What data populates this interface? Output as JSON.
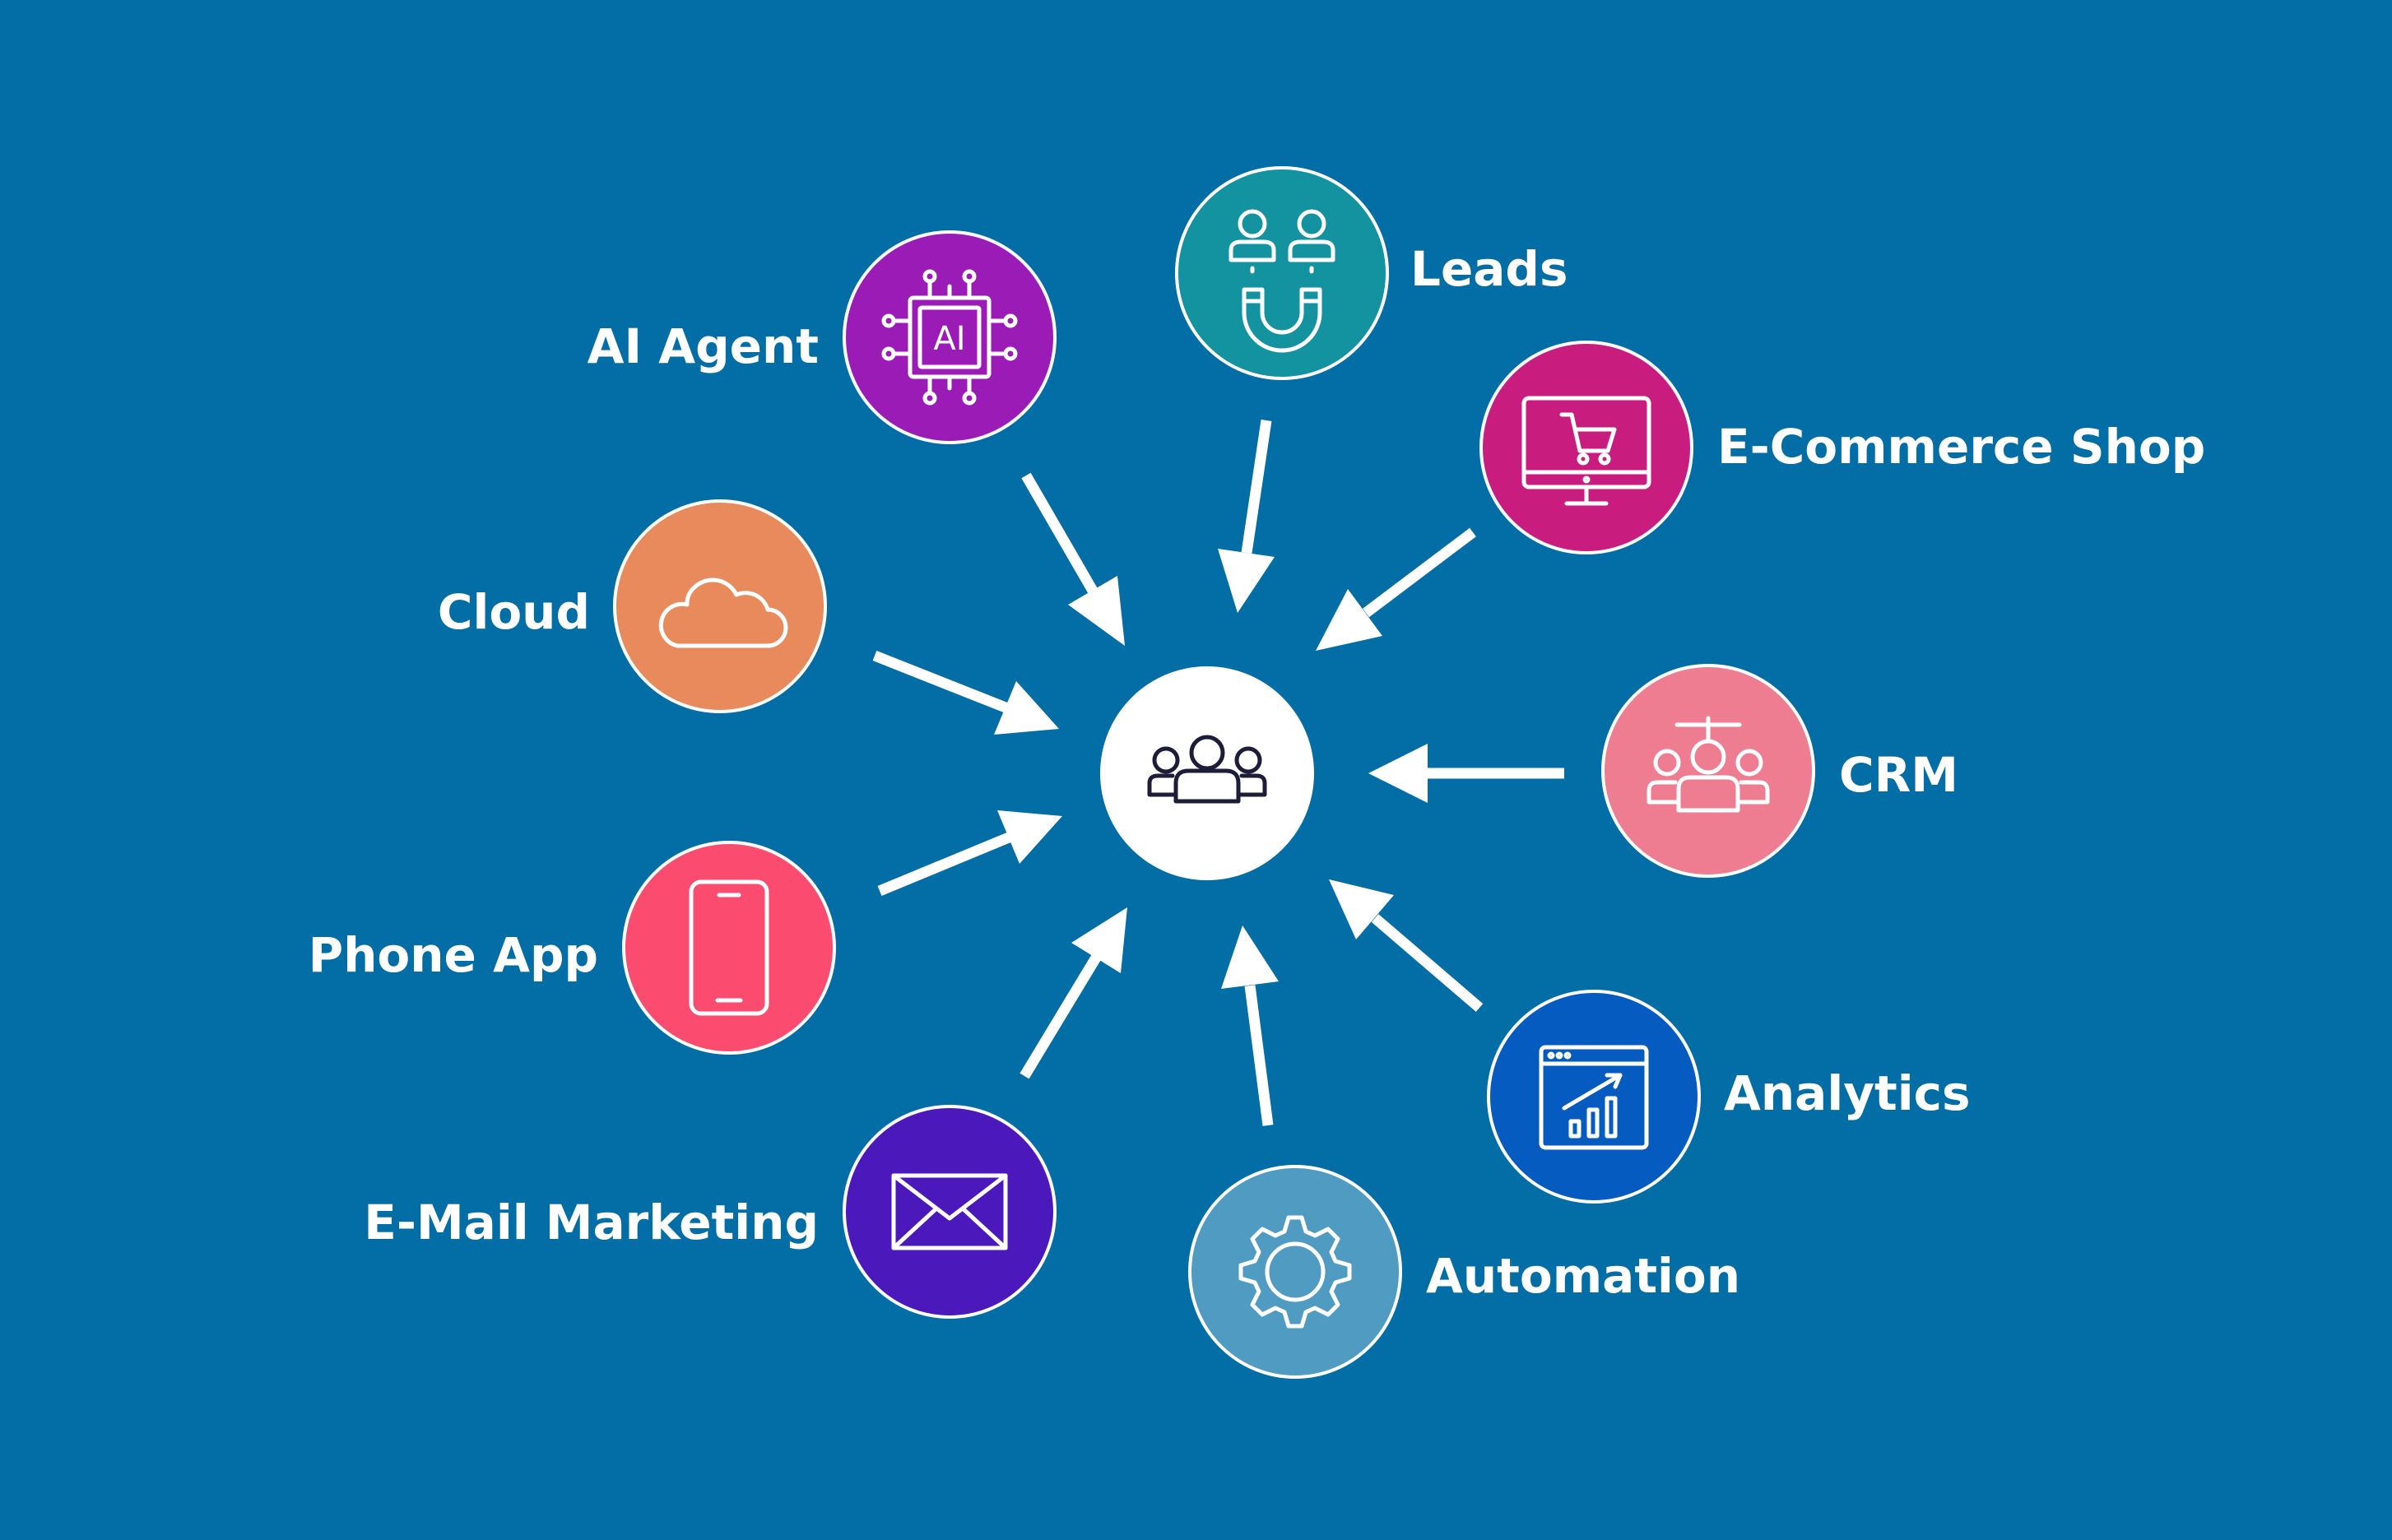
{
  "background_color": "#036ea5",
  "hub": {
    "icon": "team-icon",
    "color": "#ffffff"
  },
  "nodes": [
    {
      "key": "ai_agent",
      "label": "AI Agent",
      "icon": "ai-chip-icon",
      "icon_text": "AI",
      "color": "#9b1bb6"
    },
    {
      "key": "leads",
      "label": "Leads",
      "icon": "lead-magnet-icon",
      "color": "#13929f"
    },
    {
      "key": "ecommerce",
      "label": "E-Commerce Shop",
      "icon": "shopping-cart-monitor-icon",
      "color": "#c91c7f"
    },
    {
      "key": "cloud",
      "label": "Cloud",
      "icon": "cloud-icon",
      "color": "#e88a5c"
    },
    {
      "key": "crm",
      "label": "CRM",
      "icon": "crm-people-icon",
      "color": "#ee7d92"
    },
    {
      "key": "phone_app",
      "label": "Phone App",
      "icon": "smartphone-icon",
      "color": "#fb4b6e"
    },
    {
      "key": "analytics",
      "label": "Analytics",
      "icon": "analytics-chart-icon",
      "color": "#055bc0"
    },
    {
      "key": "email",
      "label": "E-Mail Marketing",
      "icon": "envelope-icon",
      "color": "#4b18bc"
    },
    {
      "key": "automation",
      "label": "Automation",
      "icon": "gear-icon",
      "color": "#4f9bc2"
    }
  ]
}
